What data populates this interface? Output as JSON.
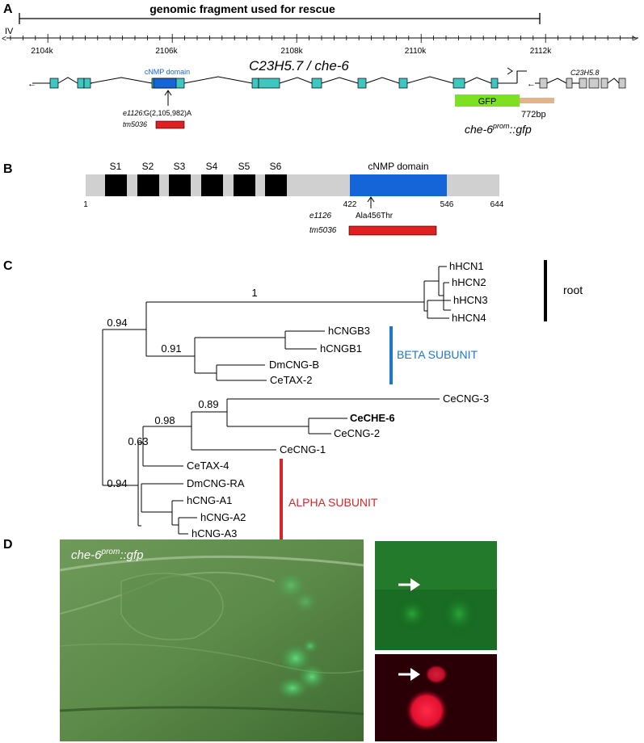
{
  "panelA": {
    "letter": "A",
    "rescue_label": "genomic fragment used for rescue",
    "chromosome": "IV",
    "ticks": [
      "2104k",
      "2106k",
      "2108k",
      "2110k",
      "2112k"
    ],
    "gene_title_italic": "C23H5.7 / che-6",
    "domain_label": "cNMP domain",
    "allele_e1126_name": "e1126:",
    "allele_e1126_change": "G(2,105,982)A",
    "allele_tm5036": "tm5036",
    "gfp_label": "GFP",
    "bp_label": "772bp",
    "neighbor_gene": "C23H5.8",
    "reporter_main": "che-6",
    "reporter_sup": "prom",
    "reporter_tail": "::gfp"
  },
  "panelB": {
    "letter": "B",
    "segments": [
      "S1",
      "S2",
      "S3",
      "S4",
      "S5",
      "S6"
    ],
    "domain_label": "cNMP domain",
    "pos_start": "1",
    "pos_422": "422",
    "pos_546": "546",
    "pos_end": "644",
    "mutation_label": "Ala456Thr",
    "allele_e1126": "e1126",
    "allele_tm5036": "tm5036"
  },
  "panelC": {
    "letter": "C",
    "support": [
      "1",
      "0.94",
      "0.91",
      "0.89",
      "0.98",
      "0.63",
      "0.94"
    ],
    "taxa": [
      "hHCN1",
      "hHCN2",
      "hHCN3",
      "hHCN4",
      "hCNGB3",
      "hCNGB1",
      "DmCNG-B",
      "CeTAX-2",
      "CeCNG-3",
      "CeCHE-6",
      "CeCNG-2",
      "CeCNG-1",
      "CeTAX-4",
      "DmCNG-RA",
      "hCNG-A1",
      "hCNG-A2",
      "hCNG-A3"
    ],
    "root_label": "root",
    "beta_label": "BETA SUBUNIT",
    "alpha_label": "ALPHA SUBUNIT",
    "beta_color": "#1f77c8",
    "alpha_color": "#d62728"
  },
  "panelD": {
    "letter": "D",
    "reporter_main": "che-6",
    "reporter_sup": "prom",
    "reporter_tail": "::gfp"
  },
  "colors": {
    "exon": "#3ec6c0",
    "domain": "#1565d8",
    "allele_bar": "#e02020",
    "gfp": "#7de020",
    "bp_bar": "#e2b48a",
    "neighbor_exon": "#cccccc"
  }
}
